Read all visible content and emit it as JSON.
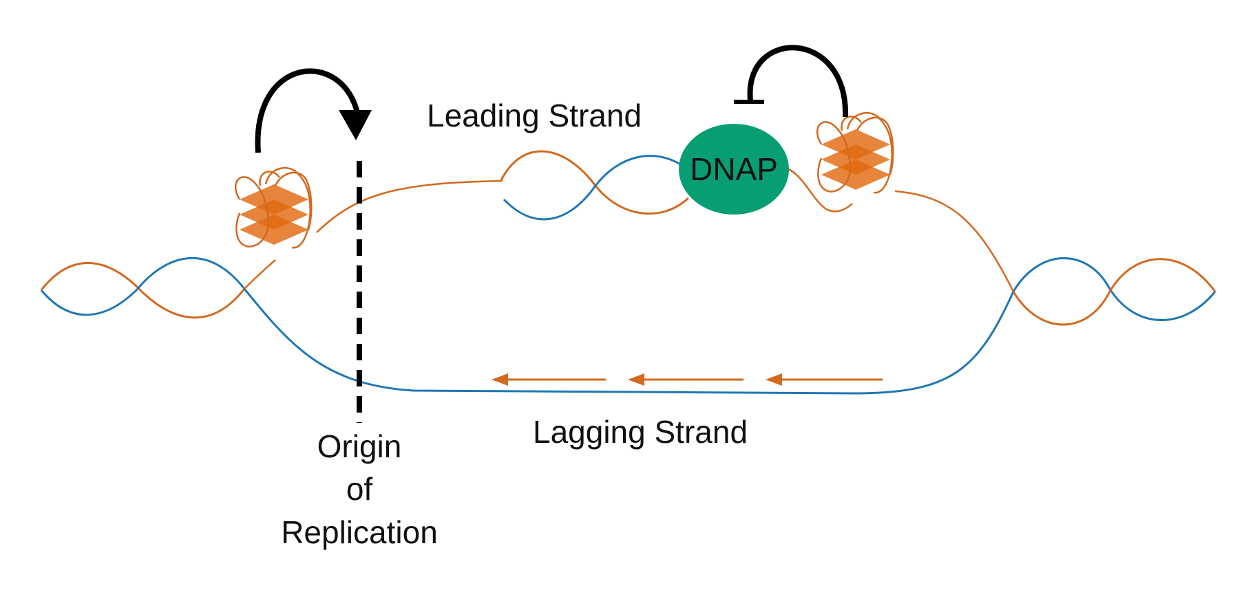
{
  "labels": {
    "leading_strand": "Leading Strand",
    "lagging_strand": "Lagging Strand",
    "dnap": "DNAP",
    "origin_line1": "Origin",
    "origin_line2": "of",
    "origin_line3": "Replication"
  },
  "colors": {
    "strand_orange": "#D2691E",
    "strand_blue": "#1F78B4",
    "dnap_fill": "#089E74",
    "g4_fill": "#E06A10",
    "black": "#000000"
  },
  "icons": {
    "left_g4": "g-quadruplex-icon",
    "right_g4": "g-quadruplex-icon",
    "left_arrow": "curved-activation-arrow-icon",
    "right_arrow": "curved-inhibition-arrow-icon"
  }
}
